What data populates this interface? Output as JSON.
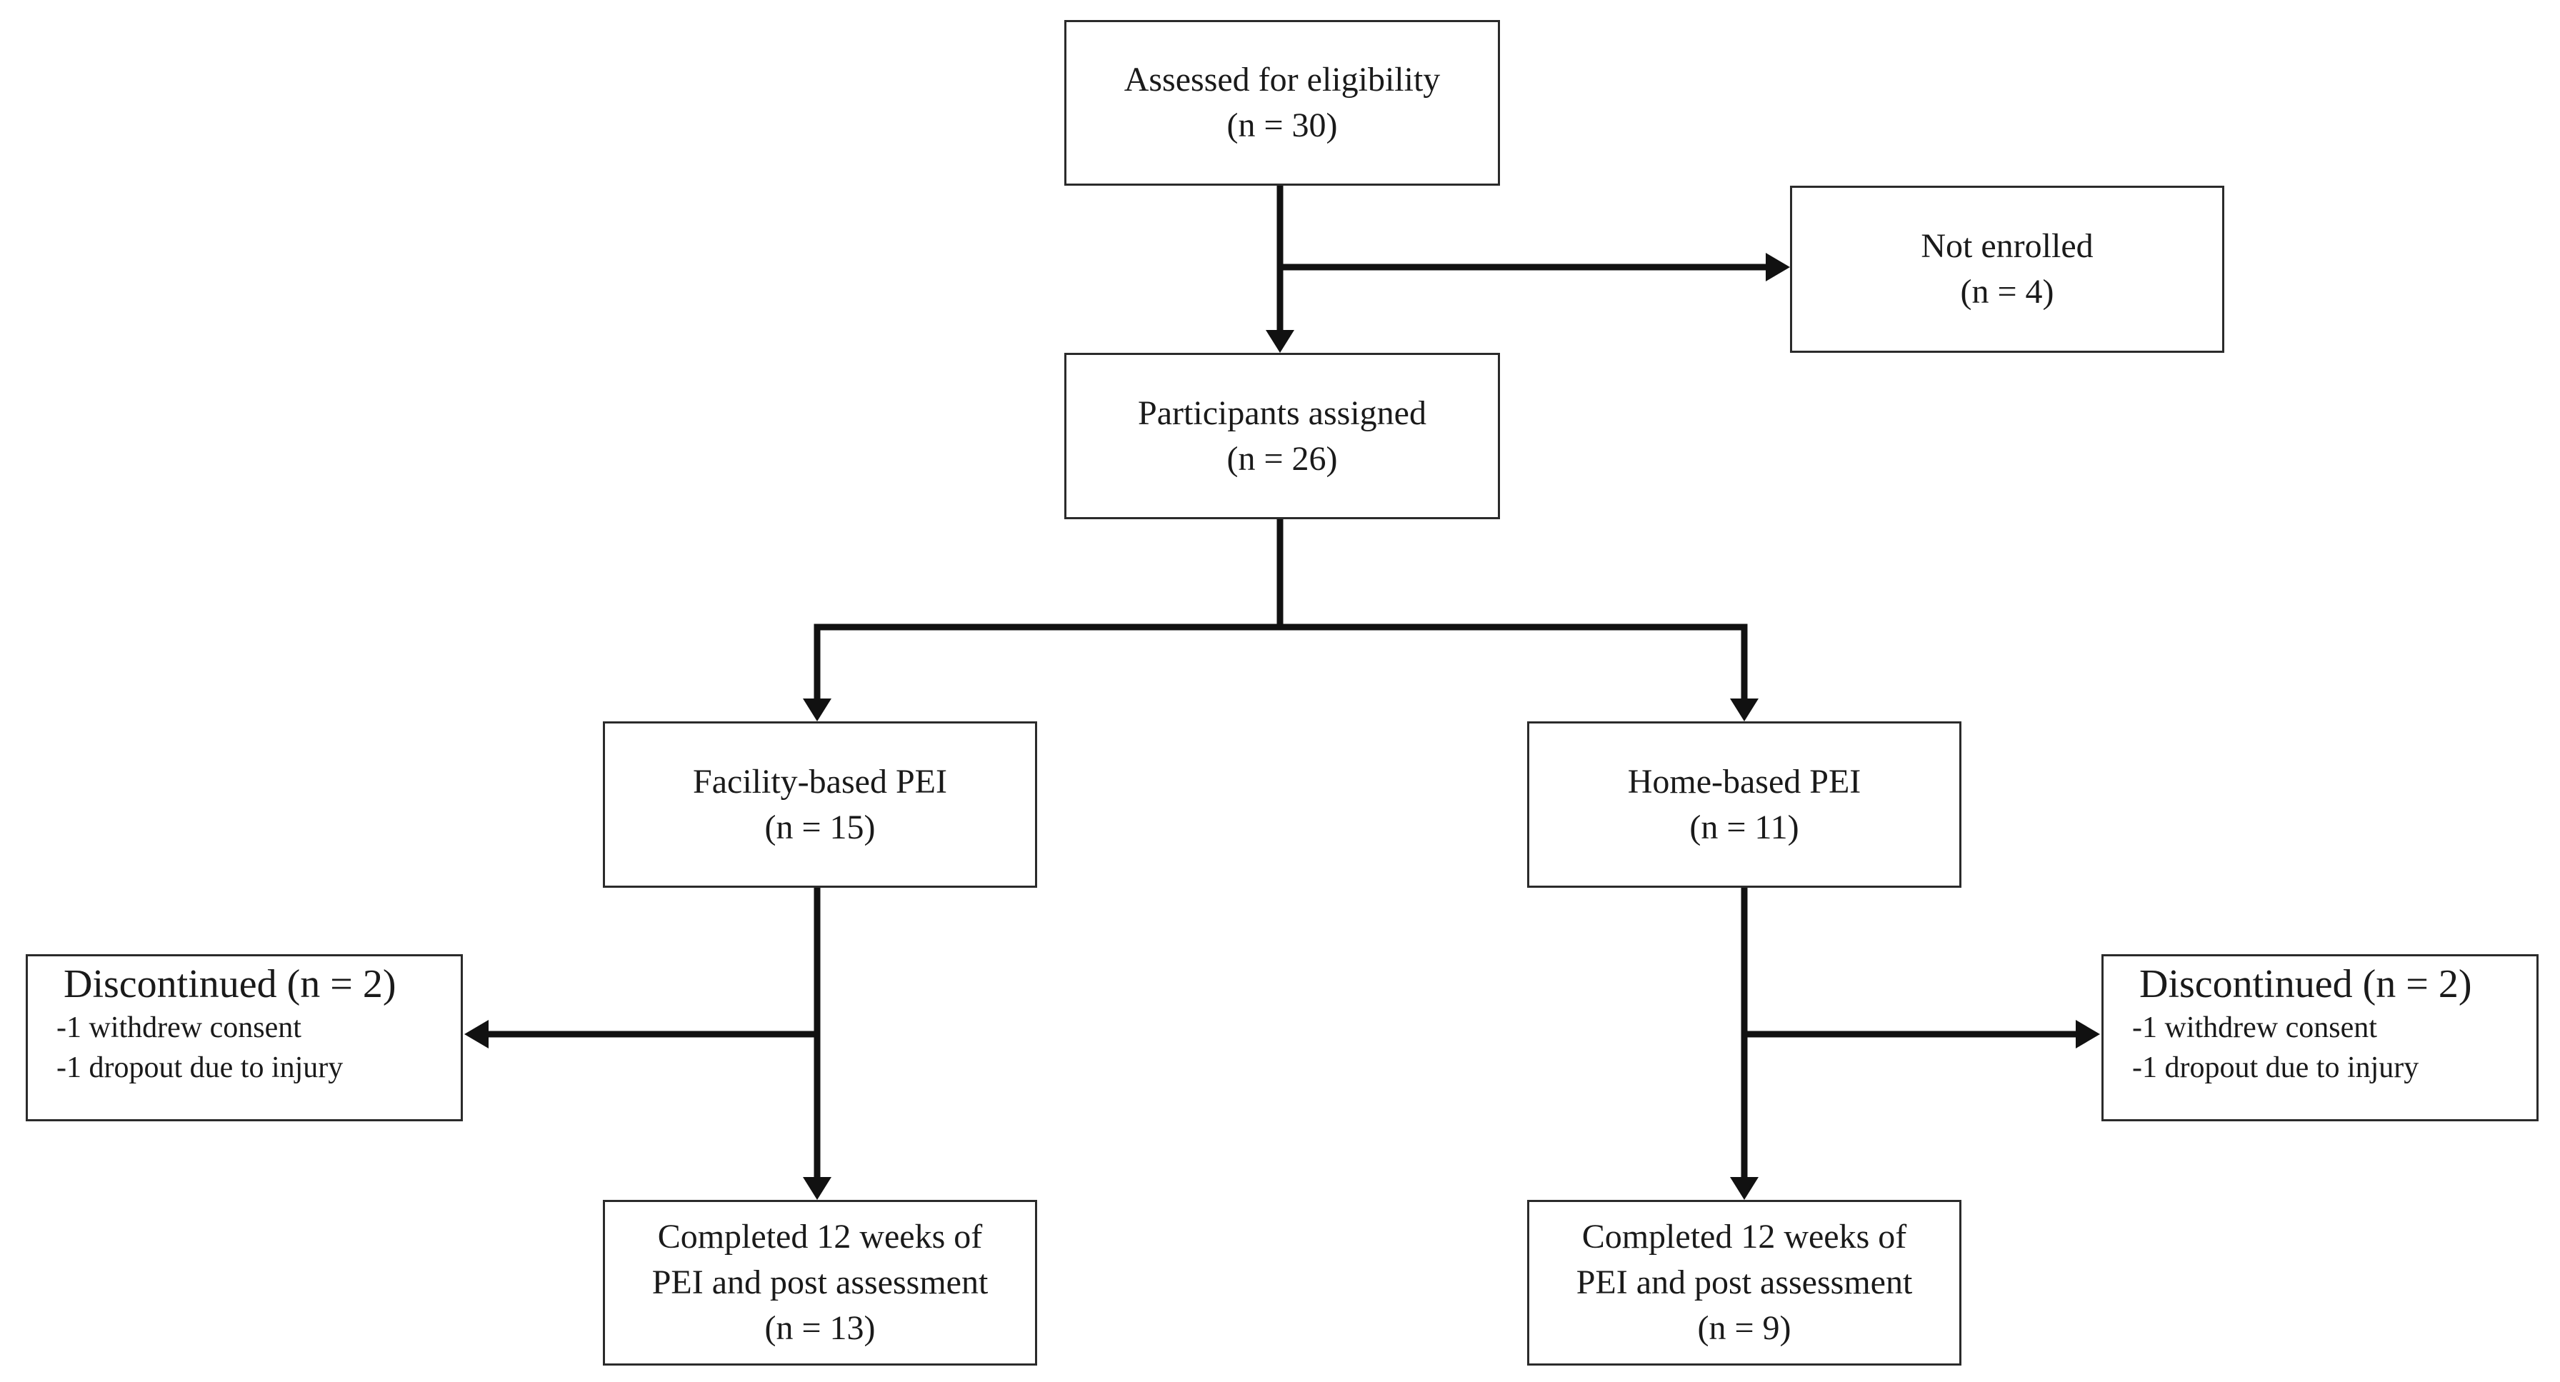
{
  "boxes": {
    "assessed": {
      "title": "Assessed for eligibility",
      "n": "(n = 30)"
    },
    "not_enrolled": {
      "title": "Not enrolled",
      "n": "(n = 4)"
    },
    "assigned": {
      "title": "Participants assigned",
      "n": "(n = 26)"
    },
    "facility": {
      "title": "Facility-based PEI",
      "n": "(n = 15)"
    },
    "home": {
      "title": "Home-based PEI",
      "n": "(n = 11)"
    },
    "facility_completed": {
      "line1": "Completed 12 weeks of",
      "line2": "PEI and post assessment",
      "n": "(n = 13)"
    },
    "home_completed": {
      "line1": "Completed 12 weeks of",
      "line2": "PEI and post assessment",
      "n": "(n = 9)"
    }
  },
  "discontinued_left": {
    "title": "Discontinued (n = 2)",
    "items": [
      "-1 withdrew consent",
      "-1 dropout due to injury"
    ]
  },
  "discontinued_right": {
    "title": "Discontinued (n = 2)",
    "items": [
      "-1 withdrew consent",
      "-1 dropout due to injury"
    ]
  }
}
